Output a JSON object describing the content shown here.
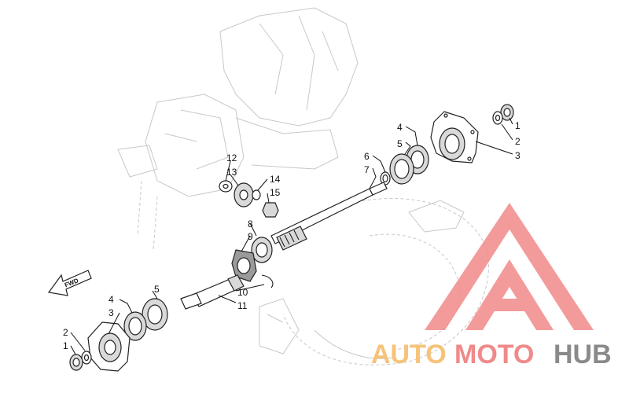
{
  "direction_label": "FWD",
  "callouts": {
    "n1_top": "1",
    "n2_top": "2",
    "n3_top": "3",
    "n4_top": "4",
    "n5_top": "5",
    "n6": "6",
    "n7": "7",
    "n8": "8",
    "n9": "9",
    "n10": "10",
    "n11": "11",
    "n12": "12",
    "n13": "13",
    "n14": "14",
    "n15": "15",
    "n5_bottom": "5",
    "n4_bottom": "4",
    "n3_bottom": "3",
    "n2_bottom": "2",
    "n1_bottom": "1"
  },
  "watermark": {
    "part1": "AUTO",
    "part2": "MOTO",
    "part3": "HUB",
    "colors": {
      "auto": "#f6c37a",
      "moto": "#f08a8a",
      "hub": "#8a8a8a",
      "logo": "#f28a8a"
    }
  }
}
